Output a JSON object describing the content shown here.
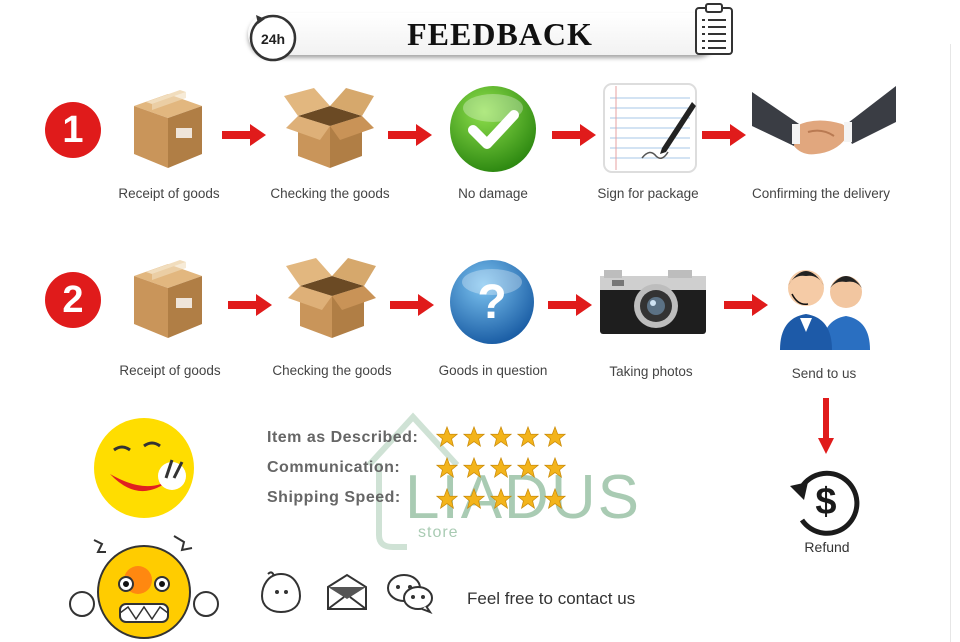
{
  "header": {
    "title": "FEEDBACK",
    "clock_text": "24h"
  },
  "flow1": {
    "number": "1",
    "steps": [
      {
        "label": "Receipt of goods",
        "icon": "closed-box-icon"
      },
      {
        "label": "Checking the goods",
        "icon": "open-box-icon"
      },
      {
        "label": "No damage",
        "icon": "green-check-icon"
      },
      {
        "label": "Sign for package",
        "icon": "signed-paper-icon"
      },
      {
        "label": "Confirming the delivery",
        "icon": "handshake-icon"
      }
    ]
  },
  "flow2": {
    "number": "2",
    "steps": [
      {
        "label": "Receipt of goods",
        "icon": "closed-box-icon"
      },
      {
        "label": "Checking the goods",
        "icon": "open-box-icon"
      },
      {
        "label": "Goods in question",
        "icon": "question-ball-icon"
      },
      {
        "label": "Taking photos",
        "icon": "camera-icon"
      },
      {
        "label": "Send to us",
        "icon": "support-agents-icon"
      }
    ]
  },
  "ratings": [
    {
      "label": "Item as Described:",
      "stars": 5
    },
    {
      "label": "Communication:",
      "stars": 5
    },
    {
      "label": "Shipping Speed:",
      "stars": 5
    }
  ],
  "refund": {
    "label": "Refund"
  },
  "contact": {
    "label": "Feel free to contact us"
  },
  "watermark": {
    "brand": "LIADUS",
    "sub": "store"
  },
  "colors": {
    "red": "#e01b1b",
    "star": "#f3b41b",
    "box": "#c9955a",
    "watermark": "#a9cbb3"
  }
}
